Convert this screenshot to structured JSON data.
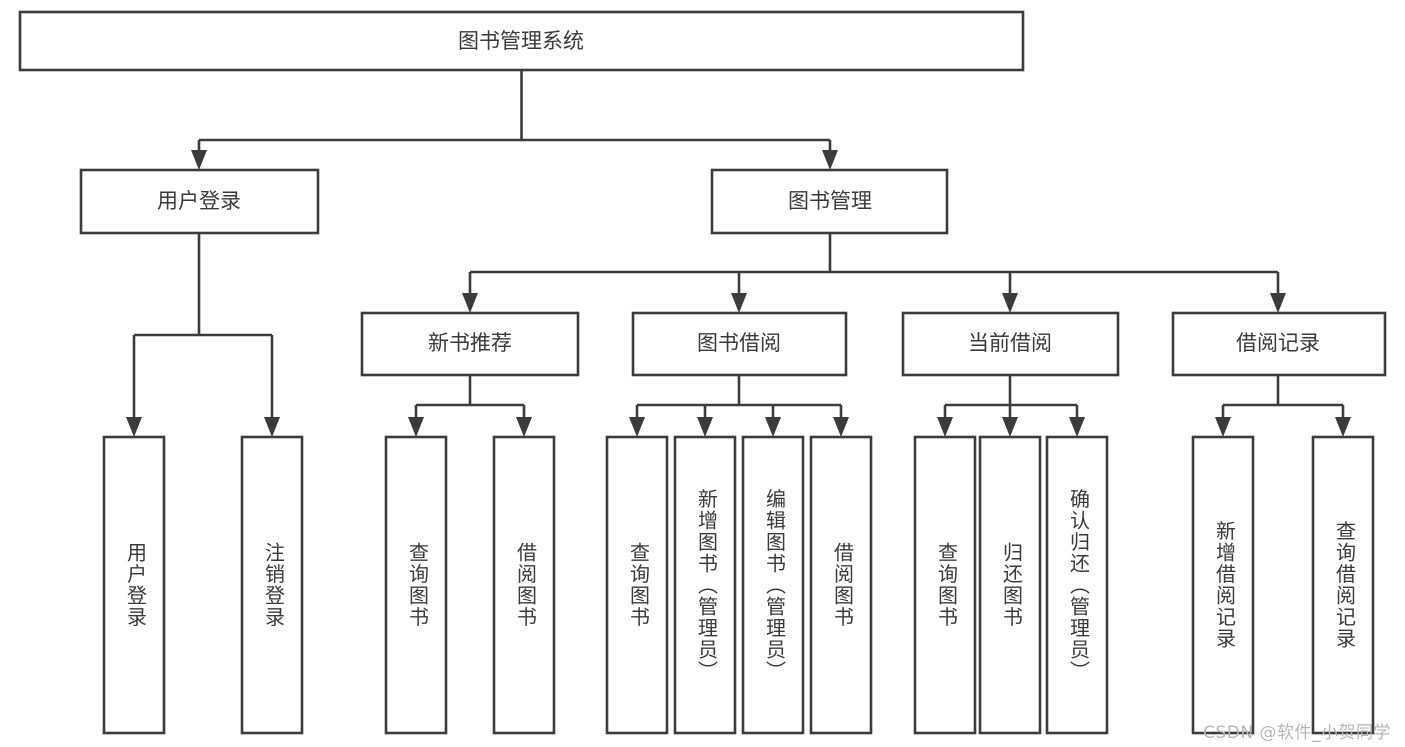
{
  "diagram": {
    "title": "图书管理系统",
    "type": "tree-hierarchy-chart",
    "colors": {
      "box_stroke": "#3c3c3c",
      "box_fill": "#ffffff",
      "text": "#3a3a3a",
      "connector": "#3c3c3c",
      "background": "#ffffff",
      "watermark": "#b6b6b6"
    },
    "nodes": {
      "root": {
        "label": "图书管理系统"
      },
      "level2": [
        {
          "label": "用户登录"
        },
        {
          "label": "图书管理"
        }
      ],
      "level3": [
        {
          "label": "新书推荐"
        },
        {
          "label": "图书借阅"
        },
        {
          "label": "当前借阅"
        },
        {
          "label": "借阅记录"
        }
      ],
      "leaves": {
        "user_login": [
          {
            "label": "用户登录"
          },
          {
            "label": "注销登录"
          }
        ],
        "new_book_recommend": [
          {
            "label": "查询图书"
          },
          {
            "label": "借阅图书"
          }
        ],
        "book_borrow": [
          {
            "label": "查询图书"
          },
          {
            "label": "新增图书（管理员）"
          },
          {
            "label": "编辑图书（管理员）"
          },
          {
            "label": "借阅图书"
          }
        ],
        "current_borrow": [
          {
            "label": "查询图书"
          },
          {
            "label": "归还图书"
          },
          {
            "label": "确认归还（管理员）"
          }
        ],
        "borrow_record": [
          {
            "label": "新增借阅记录"
          },
          {
            "label": "查询借阅记录"
          }
        ]
      }
    },
    "watermark": "CSDN @软件_小贺同学"
  }
}
